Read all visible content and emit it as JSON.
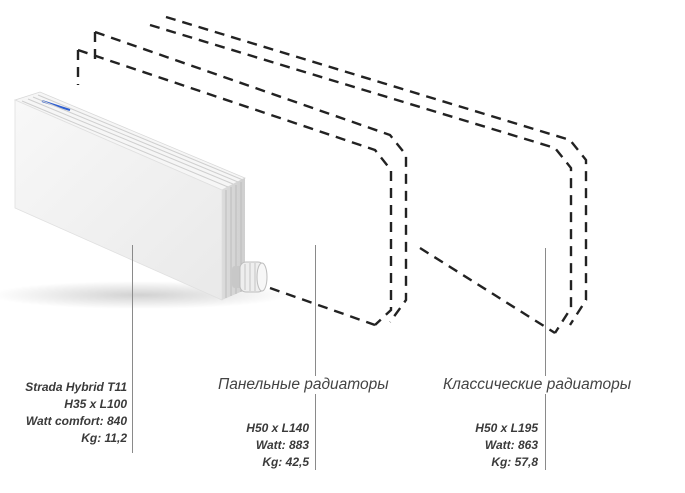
{
  "products": [
    {
      "title": "Strada Hybrid T11",
      "size": "H35 x L100",
      "power": "Watt comfort: 840",
      "weight": "Kg: 11,2"
    },
    {
      "category": "Панельные радиаторы",
      "size": "H50 x L140",
      "power": "Watt: 883",
      "weight": "Kg: 42,5"
    },
    {
      "category": "Классические радиаторы",
      "size": "H50 x L195",
      "power": "Watt: 863",
      "weight": "Kg: 57,8"
    }
  ],
  "colors": {
    "outline": "#222222",
    "text": "#3a3a3a",
    "leader": "#8a8a8a",
    "radiator_face": "#f3f3f3",
    "radiator_top": "#fafafa"
  },
  "icons": [
    "radiator-image",
    "dashed-panel-outline",
    "dashed-classic-outline",
    "thermostat-valve-icon"
  ]
}
